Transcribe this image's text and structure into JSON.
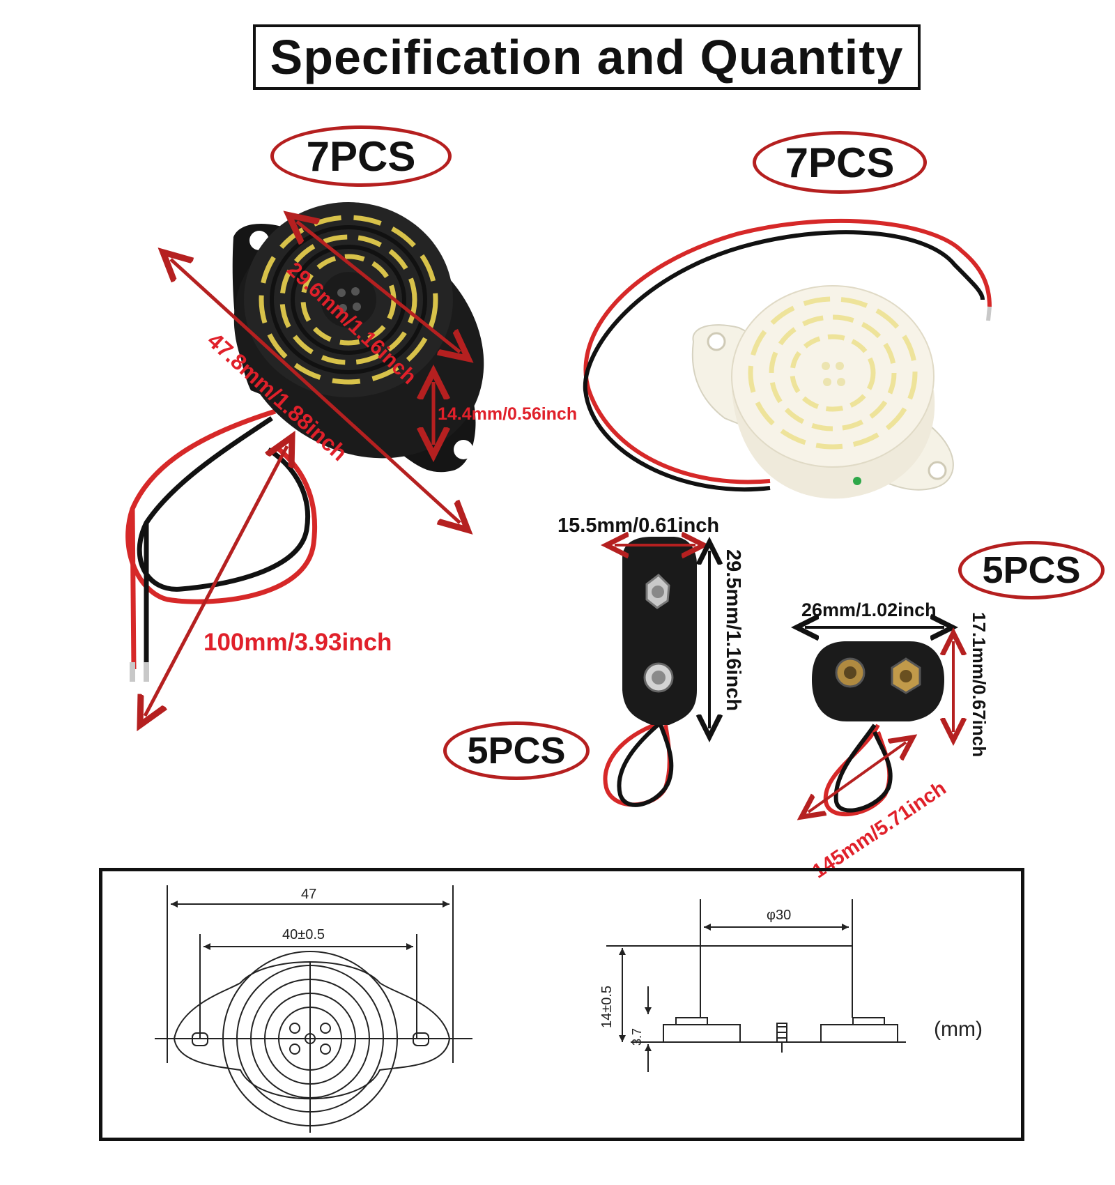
{
  "title": "Specification and Quantity",
  "quantities": {
    "black_buzzer": "7PCS",
    "white_buzzer": "7PCS",
    "snap_clip_vertical": "5PCS",
    "snap_clip_horizontal": "5PCS"
  },
  "dimensions": {
    "buzzer_diameter": "29.6mm/1.16inch",
    "buzzer_length": "47.8mm/1.88inch",
    "buzzer_height": "14.4mm/0.56inch",
    "buzzer_wire": "100mm/3.93inch",
    "clip_width": "15.5mm/0.61inch",
    "clip_length": "29.5mm/1.16inch",
    "clip2_width": "26mm/1.02inch",
    "clip2_height": "17.1mm/0.67inch",
    "clip2_wire": "145mm/5.71inch"
  },
  "drawing": {
    "overall_width": "47",
    "hole_spacing": "40±0.5",
    "diameter": "φ30",
    "height": "14±0.5",
    "base_height": "3.7",
    "unit": "(mm)"
  },
  "colors": {
    "accent_red": "#e0202a",
    "ellipse_red": "#b51f1f",
    "arrow_red": "#b52020"
  }
}
